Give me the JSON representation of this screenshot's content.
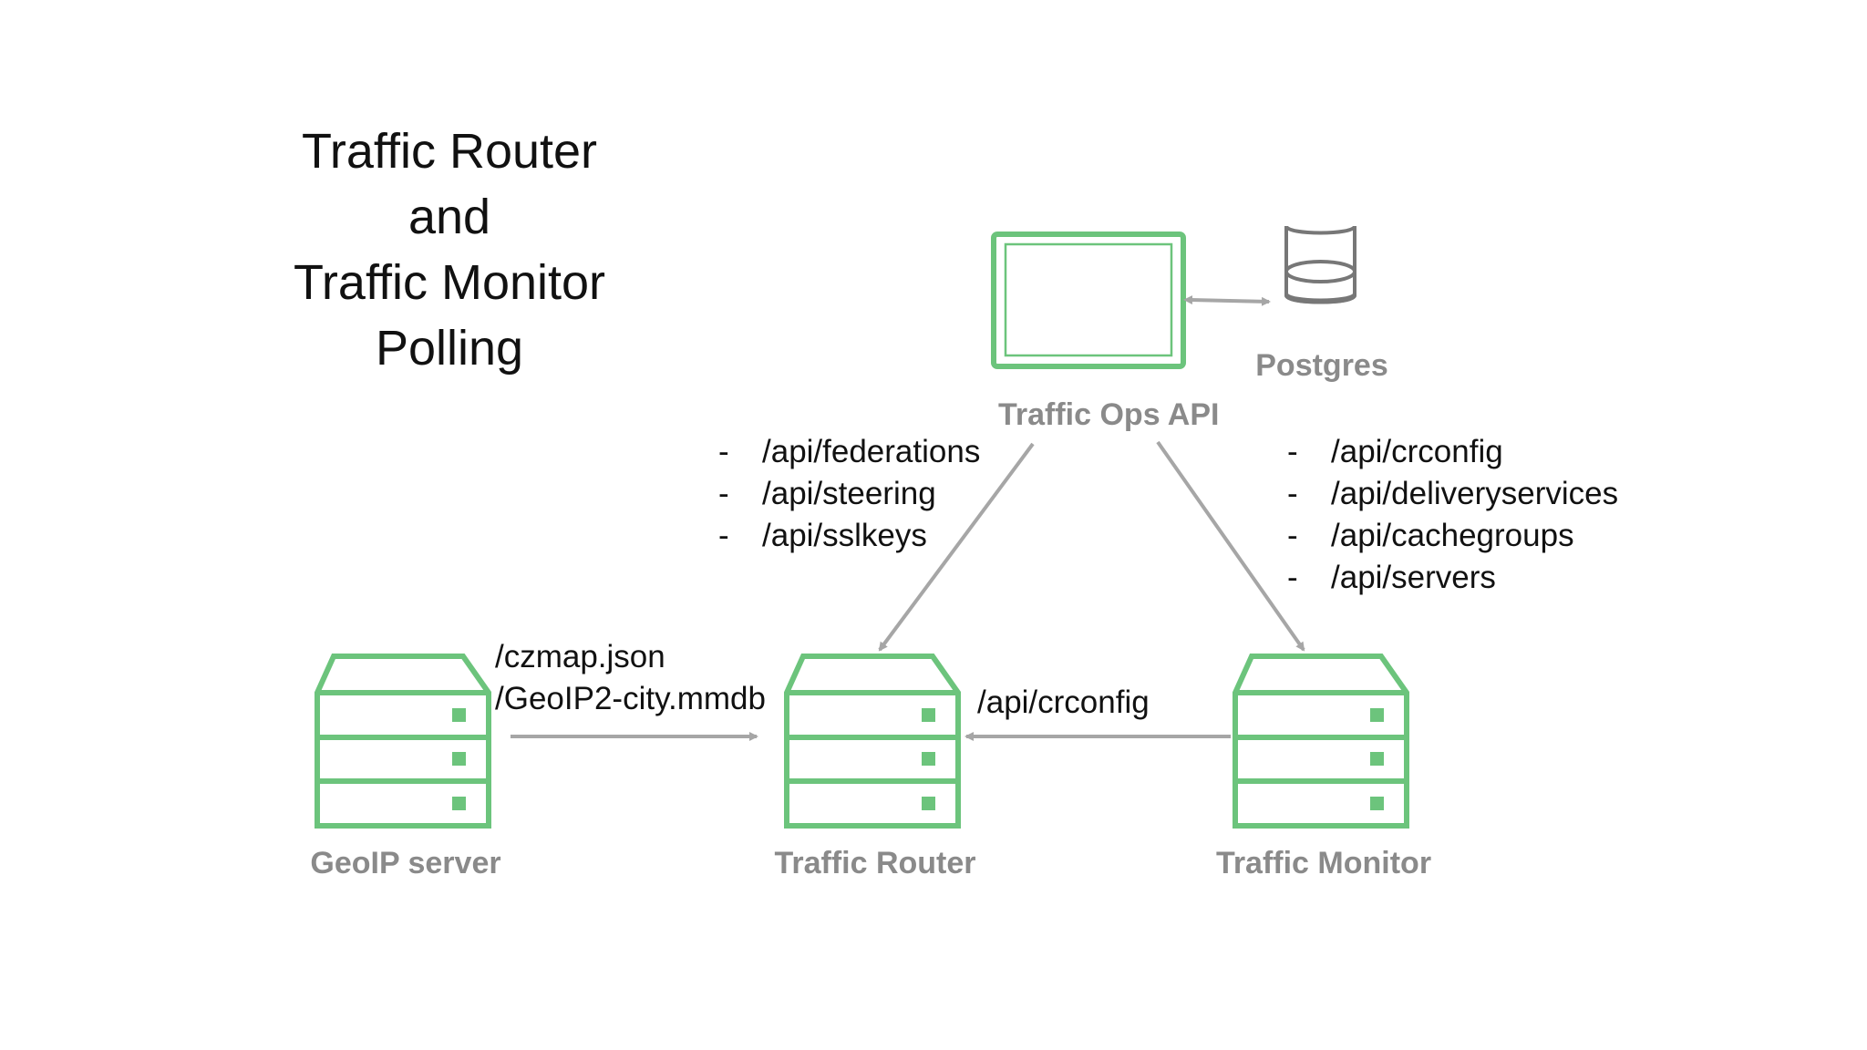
{
  "title": {
    "line1": "Traffic Router",
    "line2": "and",
    "line3": "Traffic Monitor",
    "line4": "Polling"
  },
  "nodes": {
    "traffic_ops": "Traffic Ops API",
    "postgres": "Postgres",
    "geoip": "GeoIP server",
    "router": "Traffic Router",
    "monitor": "Traffic Monitor"
  },
  "router_polls_ops": [
    "/api/federations",
    "/api/steering",
    "/api/sslkeys"
  ],
  "monitor_polls_ops": [
    "/api/crconfig",
    "/api/deliveryservices",
    "/api/cachegroups",
    "/api/servers"
  ],
  "router_polls_geoip": [
    "/czmap.json",
    "/GeoIP2-city.mmdb"
  ],
  "router_polls_monitor": "/api/crconfig",
  "list_bullet": "-",
  "colors": {
    "node_green": "#6cc47c",
    "arrow_gray": "#a6a6a6",
    "label_gray": "#8a8a8a",
    "db_gray": "#777777"
  },
  "icons": {
    "traffic_ops": "monitor-icon",
    "postgres": "database-icon",
    "servers": "server-rack-icon"
  }
}
